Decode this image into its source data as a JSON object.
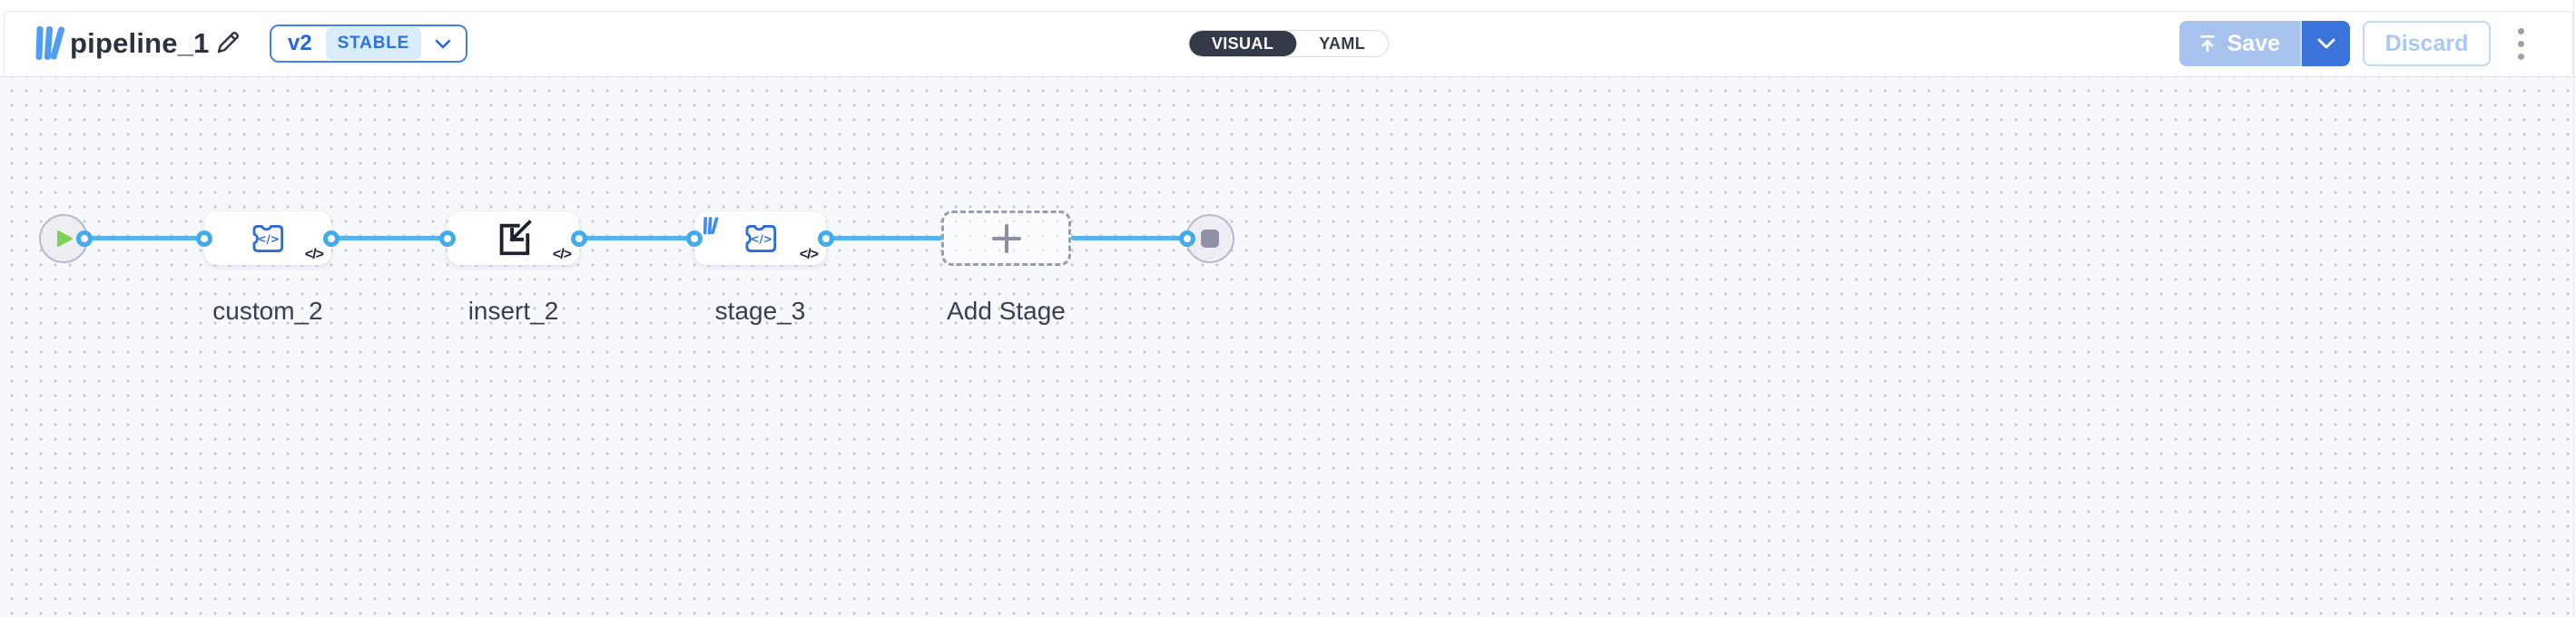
{
  "header": {
    "title": "pipeline_1",
    "version": {
      "label": "v2",
      "status": "STABLE"
    },
    "view_toggle": {
      "visual": "VISUAL",
      "yaml": "YAML",
      "selected": "VISUAL"
    },
    "actions": {
      "save": "Save",
      "discard": "Discard"
    }
  },
  "canvas": {
    "code_badge": "</>",
    "nodes": [
      {
        "id": "start",
        "type": "start-node"
      },
      {
        "id": "custom_2",
        "label": "custom_2",
        "type": "custom-code-stage"
      },
      {
        "id": "insert_2",
        "label": "insert_2",
        "type": "insert-stage"
      },
      {
        "id": "stage_3",
        "label": "stage_3",
        "type": "custom-code-stage"
      },
      {
        "id": "add_stage",
        "label": "Add Stage",
        "type": "add-stage-placeholder"
      },
      {
        "id": "end",
        "type": "end-node"
      }
    ]
  },
  "colors": {
    "accent_blue": "#3a73da",
    "edge_blue": "#55b3eb",
    "icon_blue": "#2b6cd6",
    "logo_blue": "#4f9df2",
    "stable_badge_bg": "#d8ecfc",
    "play_green": "#7ed157",
    "stop_gray": "#8e91a8",
    "toggle_dark": "#343a47"
  }
}
